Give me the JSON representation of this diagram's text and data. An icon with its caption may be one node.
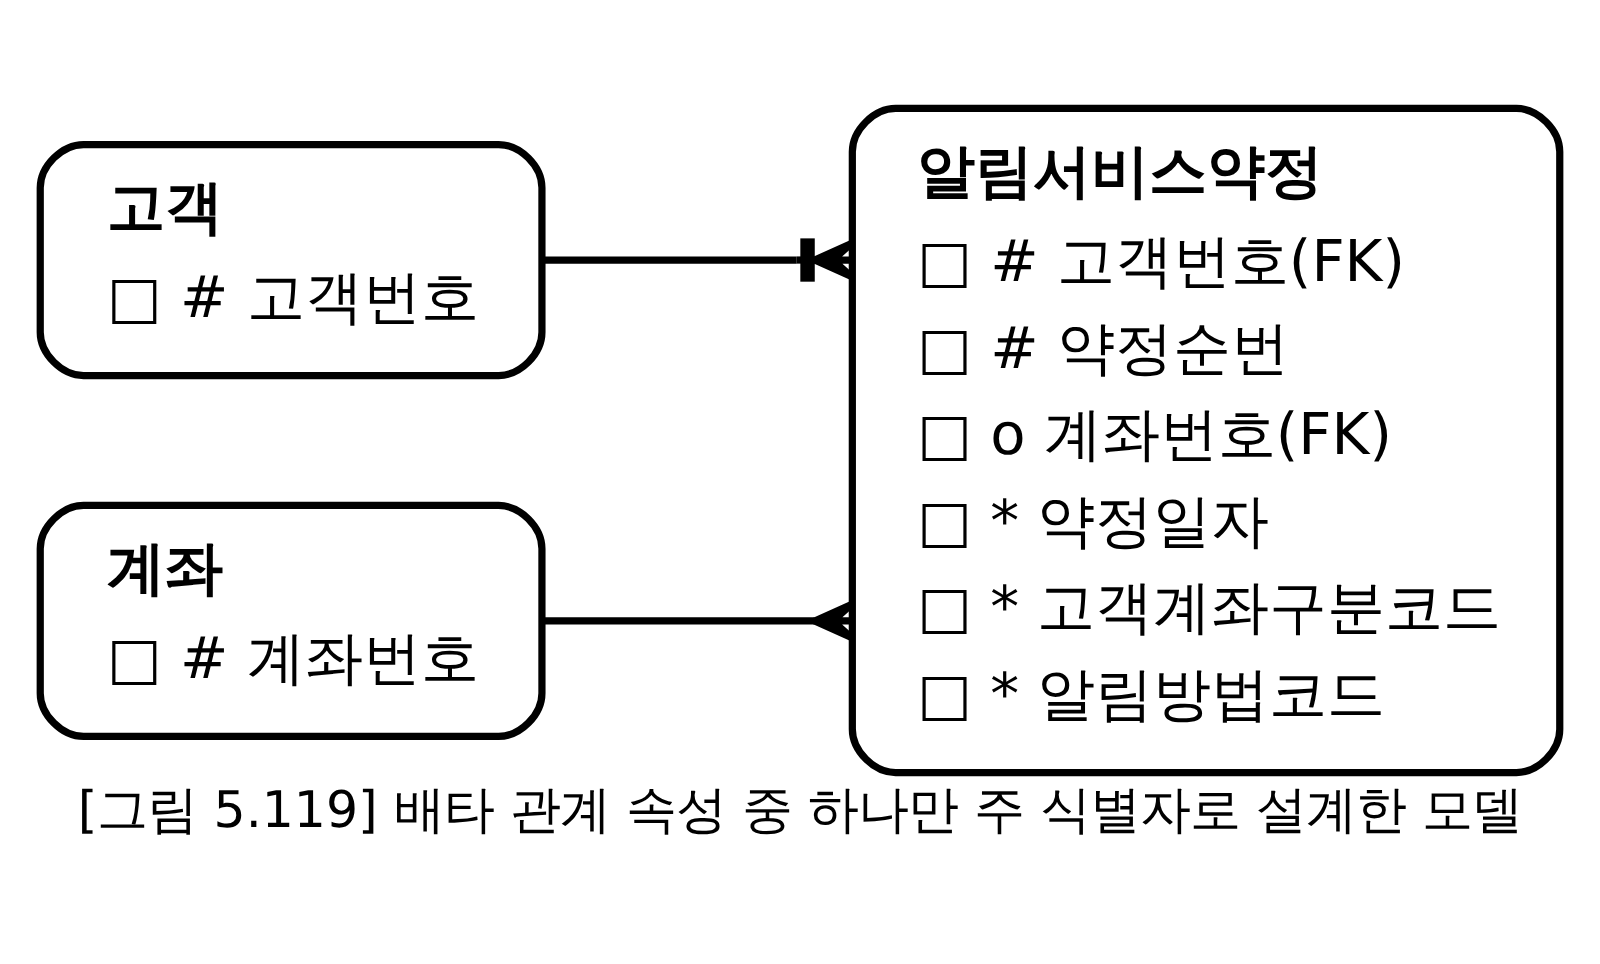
{
  "diagram": {
    "caption": "[그림 5.119] 배타 관계 속성 중 하나만 주 식별자로 설계한 모델",
    "nodes": [
      {
        "text": [
          "고객",
          "□ # 고객번호"
        ]
      },
      {
        "text": [
          "알림서비스약정",
          "□ # 고객번호(FK)",
          "□ # 약정순번",
          "□ o 계좌번호(FK)",
          "□ * 약정일자",
          "□ * 고객계좌구분코드",
          "□ * 알림방법코드"
        ]
      },
      {
        "text": [
          "계좌",
          "□ # 계좌번호"
        ]
      }
    ],
    "edges": [
      {
        "from": 0,
        "to": 1,
        "arrow": "other"
      },
      {
        "from": 2,
        "to": 1,
        "arrow": "other"
      }
    ]
  }
}
